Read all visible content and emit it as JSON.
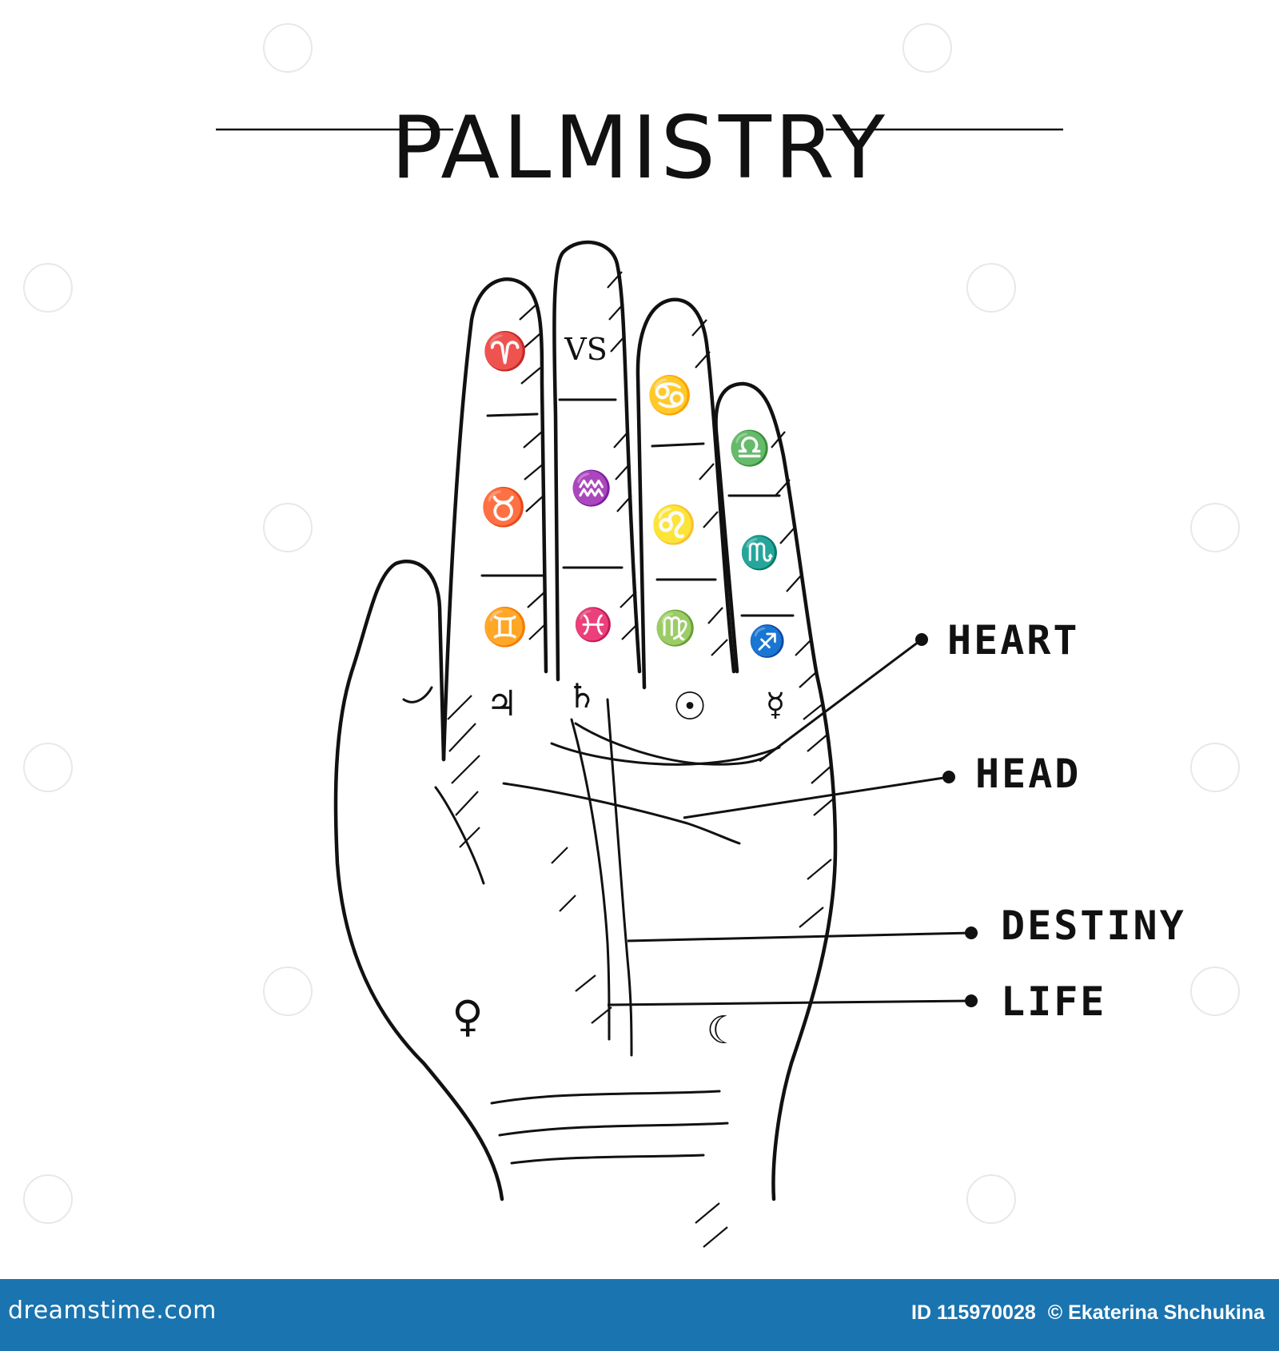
{
  "title": "PALMISTRY",
  "zodiac": {
    "aries": "♈",
    "capricorn": "VS",
    "cancer": "♋",
    "libra": "♎",
    "taurus": "♉",
    "aquarius": "♒",
    "leo": "♌",
    "scorpio": "♏",
    "gemini": "♊",
    "pisces": "♓",
    "virgo": "♍",
    "sagittarius": "♐"
  },
  "planets": {
    "jupiter": "♃",
    "saturn": "♄",
    "sun": "☉",
    "mercury": "☿",
    "venus": "♀",
    "moon": "☾"
  },
  "lines": {
    "heart": "HEART",
    "head": "HEAD",
    "destiny": "DESTINY",
    "life": "LIFE"
  },
  "footer": {
    "logo": "dreamstime.com",
    "id": "ID 115970028",
    "credit": "© Ekaterina Shchukina"
  }
}
